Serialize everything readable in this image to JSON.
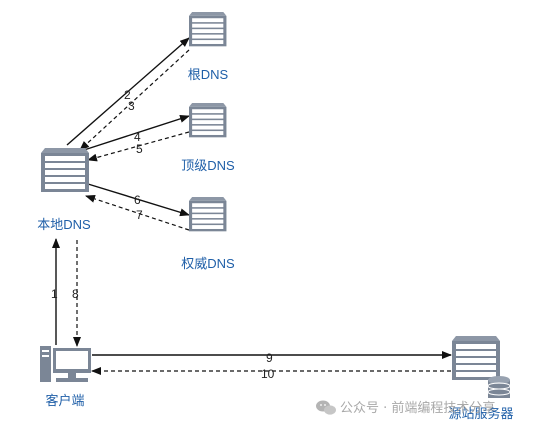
{
  "nodes": {
    "root": {
      "label": "根DNS",
      "icon": "server-icon"
    },
    "tld": {
      "label": "顶级DNS",
      "icon": "server-icon"
    },
    "authoritative": {
      "label": "权威DNS",
      "icon": "server-icon"
    },
    "local": {
      "label": "本地DNS",
      "icon": "server-icon"
    },
    "client": {
      "label": "客户端",
      "icon": "computer-icon"
    },
    "origin": {
      "label": "源站服务器",
      "icon": "database-server-icon"
    }
  },
  "edges": [
    {
      "id": "step-1",
      "label": "1",
      "from": "client",
      "to": "local",
      "style": "solid"
    },
    {
      "id": "step-2",
      "label": "2",
      "from": "local",
      "to": "root",
      "style": "solid"
    },
    {
      "id": "step-3",
      "label": "3",
      "from": "root",
      "to": "local",
      "style": "dashed"
    },
    {
      "id": "step-4",
      "label": "4",
      "from": "local",
      "to": "tld",
      "style": "solid"
    },
    {
      "id": "step-5",
      "label": "5",
      "from": "tld",
      "to": "local",
      "style": "dashed"
    },
    {
      "id": "step-6",
      "label": "6",
      "from": "local",
      "to": "authoritative",
      "style": "solid"
    },
    {
      "id": "step-7",
      "label": "7",
      "from": "authoritative",
      "to": "local",
      "style": "dashed"
    },
    {
      "id": "step-8",
      "label": "8",
      "from": "local",
      "to": "client",
      "style": "dashed"
    },
    {
      "id": "step-9",
      "label": "9",
      "from": "client",
      "to": "origin",
      "style": "solid"
    },
    {
      "id": "step-10",
      "label": "10",
      "from": "origin",
      "to": "client",
      "style": "dashed"
    }
  ],
  "watermark": {
    "text": "公众号 · 前端编程技术分享",
    "icon": "wechat-icon"
  },
  "colors": {
    "label": "#1f5fa8",
    "server_body": "#7b8696",
    "server_slot": "#ffffff",
    "arrow": "#111111",
    "watermark": "#9a9a9a"
  }
}
